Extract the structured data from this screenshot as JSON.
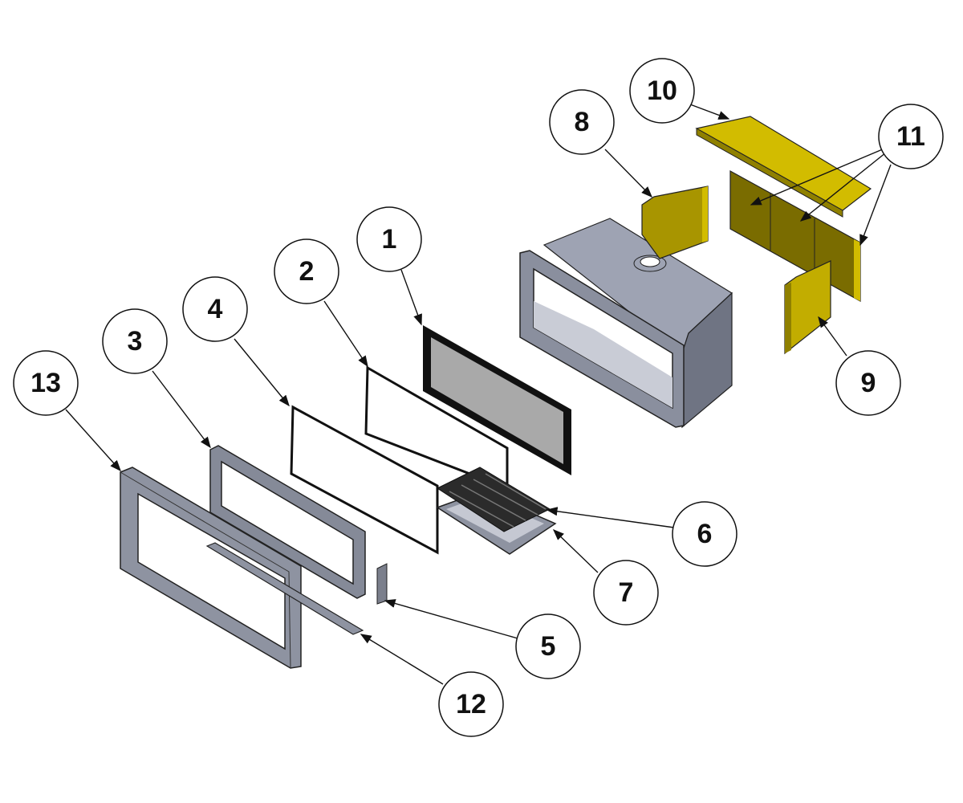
{
  "title": "",
  "colors": {
    "steel": "#9ea3b3",
    "steel_dark": "#6f7483",
    "firebrick": "#d2bc00",
    "firebrick_mid": "#a89500",
    "firebrick_dark": "#6e6200",
    "glass": "#a9a9a9",
    "outline": "#111111"
  },
  "callouts": [
    {
      "id": "c1",
      "label": "1"
    },
    {
      "id": "c2",
      "label": "2"
    },
    {
      "id": "c3",
      "label": "3"
    },
    {
      "id": "c4",
      "label": "4"
    },
    {
      "id": "c5",
      "label": "5"
    },
    {
      "id": "c6",
      "label": "6"
    },
    {
      "id": "c7",
      "label": "7"
    },
    {
      "id": "c8",
      "label": "8"
    },
    {
      "id": "c9",
      "label": "9"
    },
    {
      "id": "c10",
      "label": "10"
    },
    {
      "id": "c11",
      "label": "11"
    },
    {
      "id": "c12",
      "label": "12"
    },
    {
      "id": "c13",
      "label": "13"
    }
  ]
}
